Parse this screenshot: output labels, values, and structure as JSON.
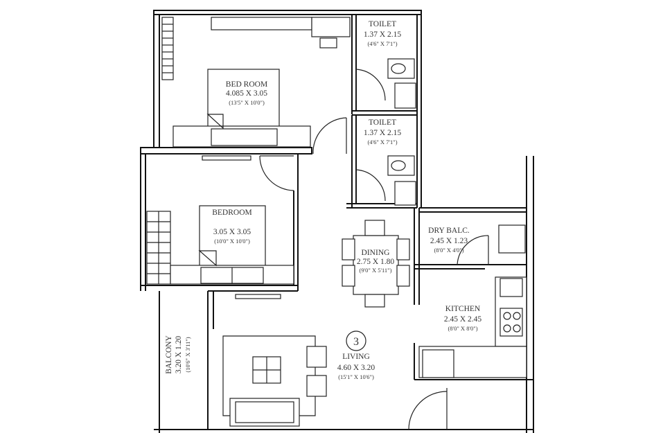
{
  "rooms": {
    "bedroom1": {
      "name": "BED ROOM",
      "metric": "4.085 X 3.05",
      "imperial": "(13'5\" X 10'0\")"
    },
    "toilet1": {
      "name": "TOILET",
      "metric": "1.37 X 2.15",
      "imperial": "(4'6\" X 7'1\")"
    },
    "toilet2": {
      "name": "TOILET",
      "metric": "1.37 X 2.15",
      "imperial": "(4'6\" X 7'1\")"
    },
    "bedroom2": {
      "name": "BEDROOM",
      "metric": "3.05 X 3.05",
      "imperial": "(10'0\" X 10'0\")"
    },
    "dining": {
      "name": "DINING",
      "metric": "2.75 X 1.80",
      "imperial": "(9'0\" X 5'11\")"
    },
    "dry_balcony": {
      "name": "DRY BALC.",
      "metric": "2.45 X 1.23",
      "imperial": "(8'0\" X 4'0\")"
    },
    "kitchen": {
      "name": "KITCHEN",
      "metric": "2.45 X 2.45",
      "imperial": "(8'0\" X 8'0\")"
    },
    "living": {
      "name": "LIVING",
      "metric": "4.60 X 3.20",
      "imperial": "(15'1\" X 10'6\")"
    },
    "balcony": {
      "name": "BALCONY",
      "metric": "3.20 X 1.20",
      "imperial": "(10'6\" X 3'11\")"
    }
  },
  "unit_number": "3"
}
